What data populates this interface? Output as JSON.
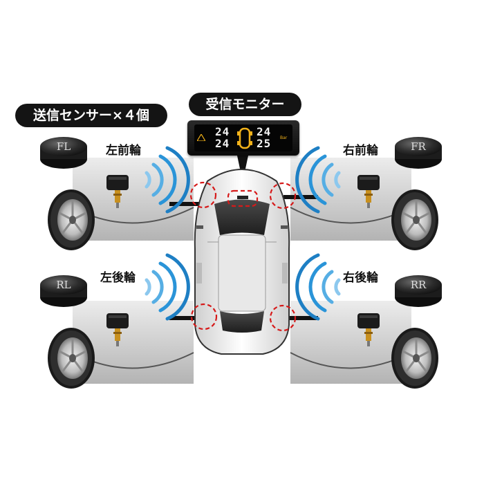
{
  "labels": {
    "sensors_title": "送信センサー×４個",
    "monitor_title": "受信モニター",
    "front_left": "左前輪",
    "front_right": "右前輪",
    "rear_left": "左後輪",
    "rear_right": "右後輪"
  },
  "sensor_caps": {
    "fl": "FL",
    "fr": "FR",
    "rl": "RL",
    "rr": "RR"
  },
  "monitor": {
    "fl_value": "24",
    "fr_value": "24",
    "rl_value": "24",
    "rr_value": "25",
    "unit": "Bar"
  },
  "colors": {
    "signal_blue": "#1e90d6",
    "marker_red": "#d61a1a",
    "display_amber": "#f2b21a"
  }
}
